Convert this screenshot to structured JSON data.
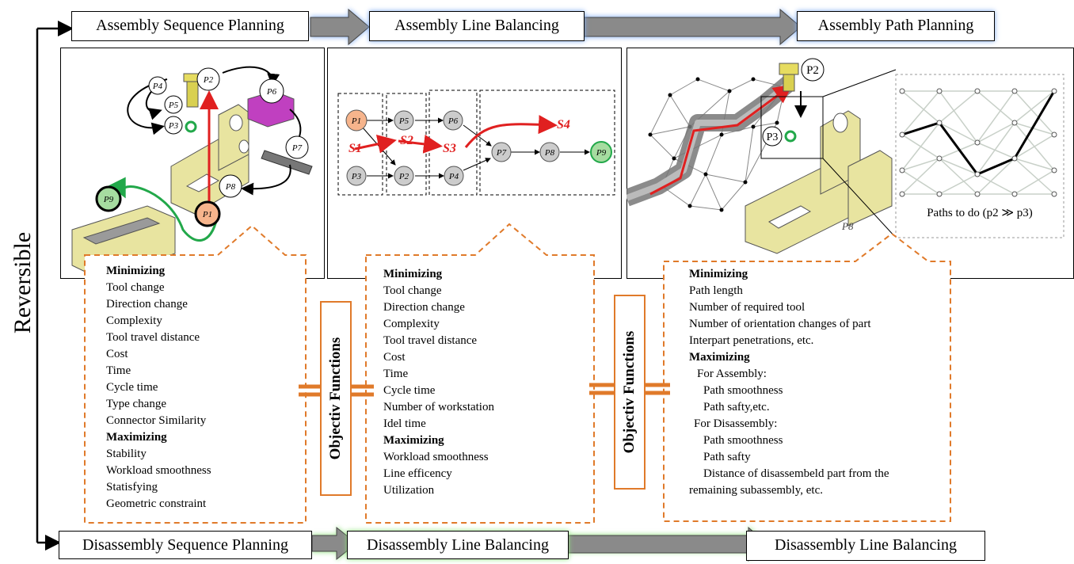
{
  "side_label": "Reversible",
  "assembly_stages": [
    "Assembly Sequence Planning",
    "Assembly Line Balancing",
    "Assembly Path Planning"
  ],
  "disassembly_stages": [
    "Disassembly Sequence Planning",
    "Disassembly Line Balancing",
    "Disassembly Line Balancing"
  ],
  "objective_label": "Objectiv Functions",
  "sequence_panel": {
    "parts": [
      "P1",
      "P2",
      "P3",
      "P4",
      "P5",
      "P6",
      "P7",
      "P8",
      "P9"
    ],
    "objectives": {
      "minimizing_label": "Minimizing",
      "minimizing": [
        "Tool change",
        "Direction change",
        "Complexity",
        "Tool travel distance",
        "Cost",
        "Time",
        "Cycle time",
        "Type change",
        "Connector Similarity"
      ],
      "maximizing_label": "Maximizing",
      "maximizing": [
        "Stability",
        "Workload smoothness",
        "Statisfying",
        "Geometric constraint"
      ]
    }
  },
  "balancing_panel": {
    "nodes": [
      "P1",
      "P5",
      "P6",
      "P3",
      "P2",
      "P4",
      "P7",
      "P8",
      "P9"
    ],
    "sequences": [
      "S1",
      "S2",
      "S3",
      "S4"
    ],
    "objectives": {
      "minimizing_label": "Minimizing",
      "minimizing": [
        "Tool change",
        "Direction change",
        "Complexity",
        "Tool travel distance",
        "Cost",
        "Time",
        "Cycle time",
        "Number of workstation",
        "Idel time"
      ],
      "maximizing_label": "Maximizing",
      "maximizing": [
        "Workload smoothness",
        "Line efficency",
        "Utilization"
      ]
    }
  },
  "path_panel": {
    "parts": [
      "P2",
      "P3",
      "P8"
    ],
    "caption": "Paths to do (p2 ≫ p3)",
    "objectives": {
      "minimizing_label": "Minimizing",
      "minimizing": [
        "Path length",
        "Number of required tool",
        "Number of orientation changes of part",
        "Interpart penetrations, etc."
      ],
      "maximizing_label": "Maximizing",
      "for_assembly_label": "For Assembly:",
      "for_assembly": [
        "Path smoothness",
        "Path safty,etc."
      ],
      "for_disassembly_label": "For Disassembly:",
      "for_disassembly": [
        "Path smoothness",
        "Path safty",
        "Distance of disassembeld part from the"
      ],
      "tail": "remaining subassembly, etc."
    }
  },
  "colors": {
    "orange": "#e07a2a",
    "red": "#e02020",
    "green": "#22a84a",
    "yellow": "#e8e4a0",
    "magenta": "#c040c0",
    "glow_blue": "#7aa8f0",
    "glow_green": "#8ee07a"
  }
}
